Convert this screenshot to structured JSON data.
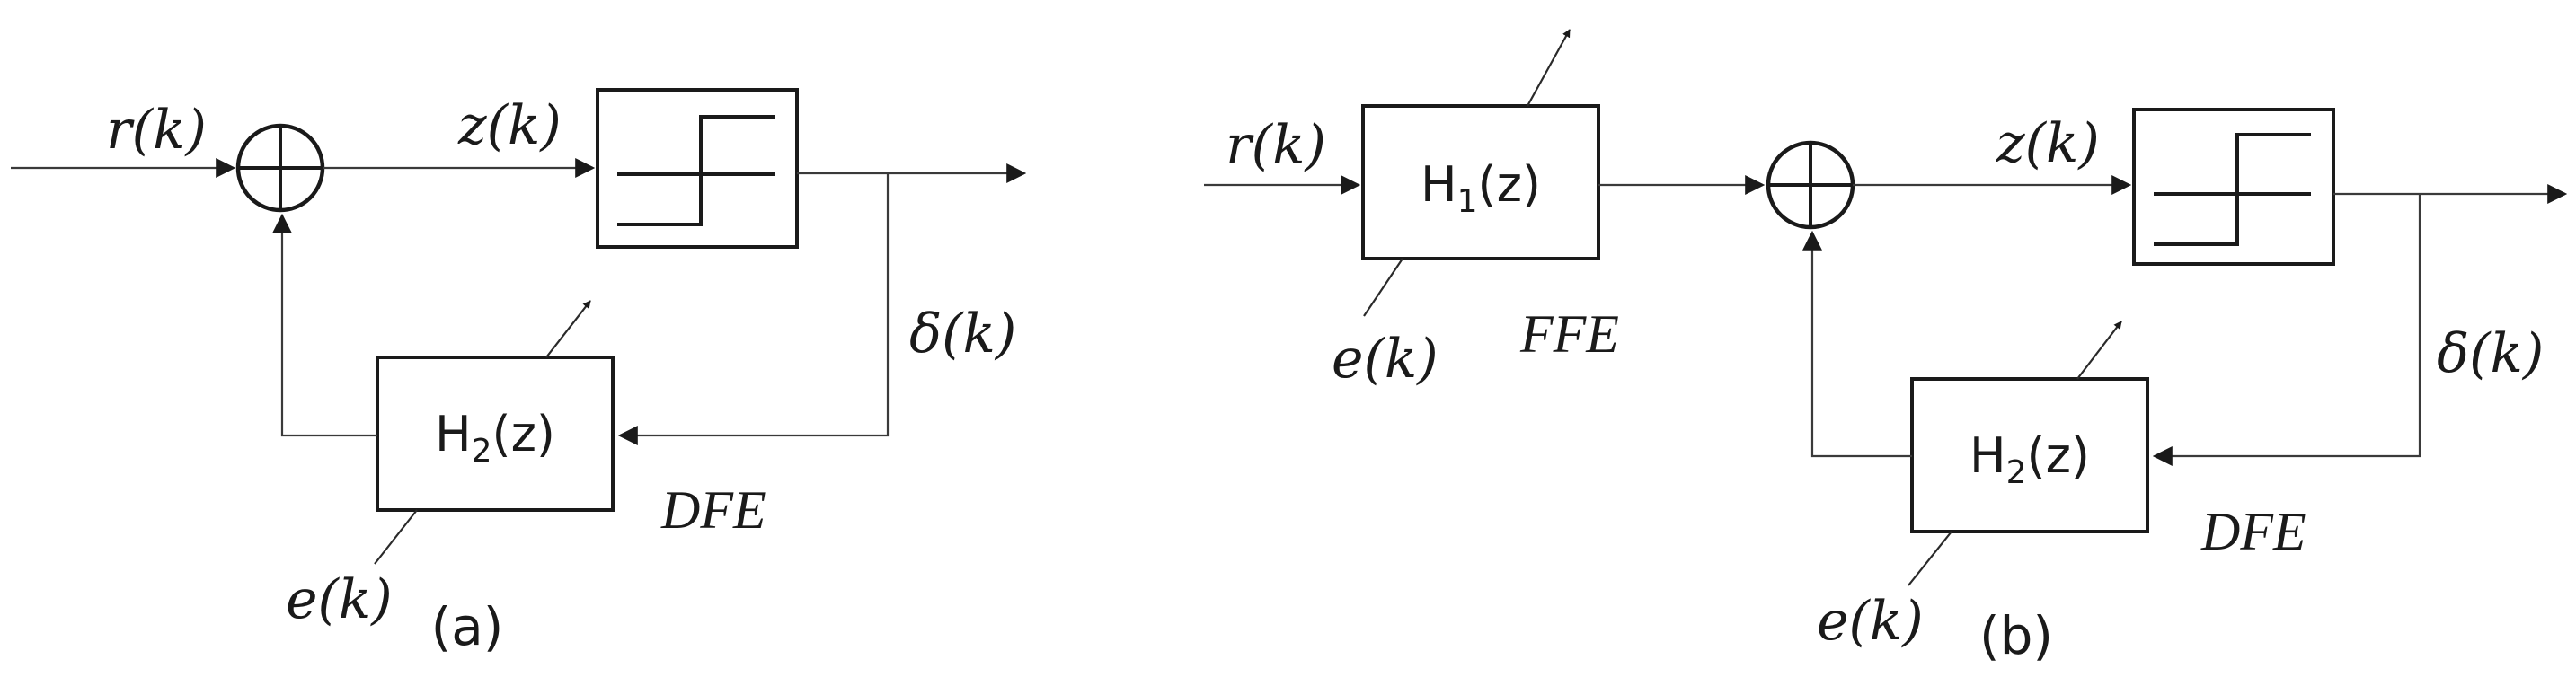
{
  "panel_a": {
    "input_label": "r(k)",
    "decision_input_label": "z(k)",
    "decision_output_label": "δ(k)",
    "feedback_filter": {
      "name": "H",
      "subscript": "2",
      "argument": "(z)"
    },
    "feedback_label": "DFE",
    "adapt_error_label": "e(k)",
    "caption": "(a)"
  },
  "panel_b": {
    "input_label": "r(k)",
    "feedforward_filter": {
      "name": "H",
      "subscript": "1",
      "argument": "(z)"
    },
    "feedforward_label": "FFE",
    "feedforward_error_label": "e(k)",
    "decision_input_label": "z(k)",
    "decision_output_label": "δ(k)",
    "feedback_filter": {
      "name": "H",
      "subscript": "2",
      "argument": "(z)"
    },
    "feedback_label": "DFE",
    "adapt_error_label": "e(k)",
    "caption": "(b)"
  }
}
